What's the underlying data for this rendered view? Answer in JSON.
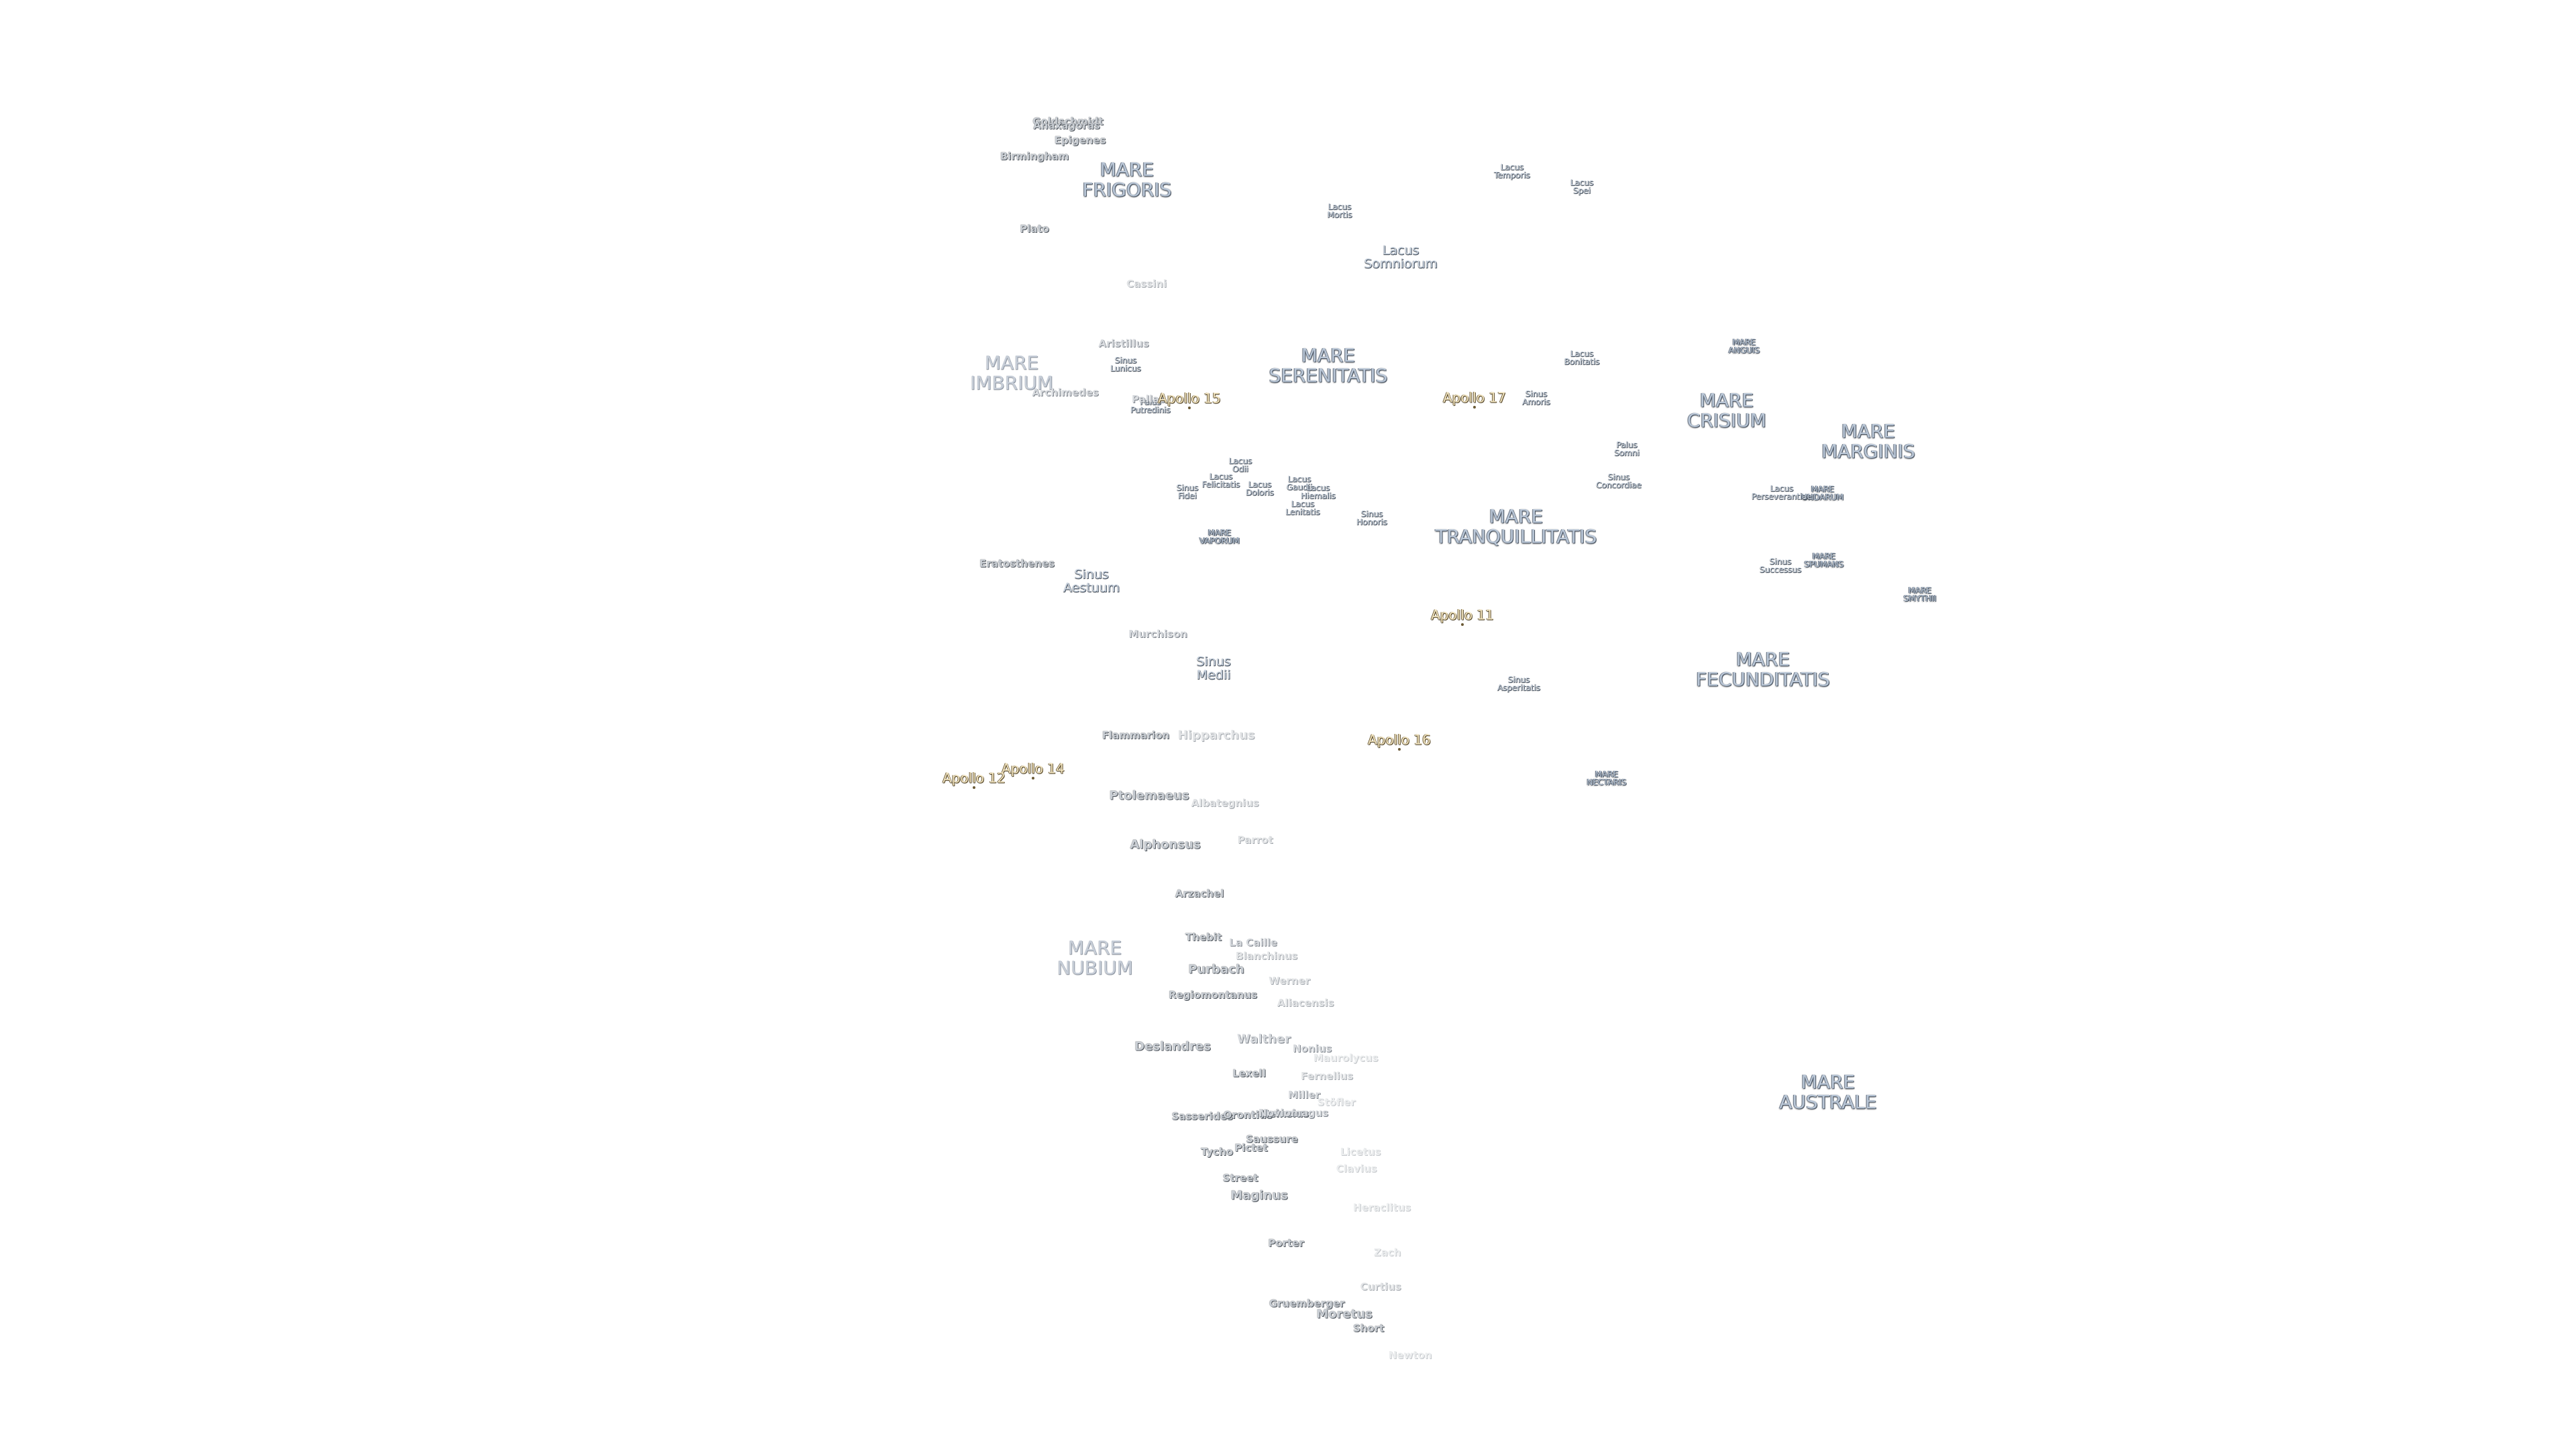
{
  "labels": [
    {
      "name": "MARE\nFRIGORIS",
      "kind": "mare"
    },
    {
      "name": "MARE\nIMBRIUM",
      "kind": "mare",
      "faint": true
    },
    {
      "name": "MARE\nSERENITATIS",
      "kind": "mare"
    },
    {
      "name": "MARE\nCRISIUM",
      "kind": "mare"
    },
    {
      "name": "MARE\nMARGINIS",
      "kind": "mare"
    },
    {
      "name": "MARE\nANGUIS",
      "kind": "mare",
      "small": true
    },
    {
      "name": "MARE\nTRANQUILLITATIS",
      "kind": "mare"
    },
    {
      "name": "MARE\nVAPORUM",
      "kind": "mare",
      "small": true
    },
    {
      "name": "MARE\nUNDARUM",
      "kind": "mare",
      "small": true
    },
    {
      "name": "MARE\nSPUMANS",
      "kind": "mare",
      "small": true
    },
    {
      "name": "MARE\nSMYTHII",
      "kind": "mare",
      "small": true
    },
    {
      "name": "MARE\nFECUNDITATIS",
      "kind": "mare"
    },
    {
      "name": "MARE\nNECTARIS",
      "kind": "mare",
      "small": true
    },
    {
      "name": "MARE\nNUBIUM",
      "kind": "mare",
      "faint": true
    },
    {
      "name": "MARE\nAUSTRALE",
      "kind": "mare"
    },
    {
      "name": "Lacus\nSomniorum",
      "kind": "lake"
    },
    {
      "name": "Lacus\nTemporis",
      "kind": "lake",
      "small": true
    },
    {
      "name": "Lacus\nSpei",
      "kind": "lake",
      "small": true
    },
    {
      "name": "Lacus\nMortis",
      "kind": "lake",
      "small": true
    },
    {
      "name": "Lacus\nBonitatis",
      "kind": "lake",
      "small": true
    },
    {
      "name": "Sinus\nAmoris",
      "kind": "lake",
      "small": true
    },
    {
      "name": "Palus\nSomni",
      "kind": "lake",
      "small": true
    },
    {
      "name": "Sinus\nConcordiae",
      "kind": "lake",
      "small": true
    },
    {
      "name": "Lacus\nPerseverantiae",
      "kind": "lake",
      "small": true
    },
    {
      "name": "Sinus\nSuccessus",
      "kind": "lake",
      "small": true
    },
    {
      "name": "Sinus\nLunicus",
      "kind": "lake",
      "small": true
    },
    {
      "name": "Palus\nPutredinis",
      "kind": "lake",
      "small": true
    },
    {
      "name": "Lacus\nOdii",
      "kind": "lake",
      "small": true
    },
    {
      "name": "Lacus\nFelicitatis",
      "kind": "lake",
      "small": true
    },
    {
      "name": "Lacus\nDoloris",
      "kind": "lake",
      "small": true
    },
    {
      "name": "Sinus\nFidei",
      "kind": "lake",
      "small": true
    },
    {
      "name": "Lacus\nGaudii",
      "kind": "lake",
      "small": true
    },
    {
      "name": "Lacus\nHiemalis",
      "kind": "lake",
      "small": true
    },
    {
      "name": "Lacus\nLenitatis",
      "kind": "lake",
      "small": true
    },
    {
      "name": "Sinus\nHonoris",
      "kind": "lake",
      "small": true
    },
    {
      "name": "Sinus\nAestuum",
      "kind": "lake"
    },
    {
      "name": "Sinus\nMedii",
      "kind": "lake"
    },
    {
      "name": "Sinus\nAsperitatis",
      "kind": "lake",
      "small": true
    },
    {
      "name": "Goldschmidt",
      "kind": "crater"
    },
    {
      "name": "Anaxagoras",
      "kind": "crater"
    },
    {
      "name": "Epigenes",
      "kind": "crater"
    },
    {
      "name": "Birmingham",
      "kind": "crater"
    },
    {
      "name": "Plato",
      "kind": "crater"
    },
    {
      "name": "Cassini",
      "kind": "crater",
      "level": 2
    },
    {
      "name": "Aristillus",
      "kind": "crater",
      "level": 1
    },
    {
      "name": "Archimedes",
      "kind": "crater",
      "level": 1
    },
    {
      "name": "Eratosthenes",
      "kind": "crater"
    },
    {
      "name": "Murchison",
      "kind": "crater",
      "level": 1
    },
    {
      "name": "Pallas",
      "kind": "crater",
      "level": 1
    },
    {
      "name": "Flammarion",
      "kind": "crater"
    },
    {
      "name": "Hipparchus",
      "kind": "crater",
      "level": 2,
      "big": true
    },
    {
      "name": "Ptolemaeus",
      "kind": "crater",
      "big": true
    },
    {
      "name": "Albategnius",
      "kind": "crater",
      "level": 2
    },
    {
      "name": "Alphonsus",
      "kind": "crater",
      "big": true
    },
    {
      "name": "Parrot",
      "kind": "crater",
      "level": 2
    },
    {
      "name": "Arzachel",
      "kind": "crater"
    },
    {
      "name": "Thebit",
      "kind": "crater"
    },
    {
      "name": "La Caille",
      "kind": "crater",
      "level": 1
    },
    {
      "name": "Blanchinus",
      "kind": "crater",
      "level": 2
    },
    {
      "name": "Purbach",
      "kind": "crater",
      "big": true
    },
    {
      "name": "Werner",
      "kind": "crater",
      "level": 2
    },
    {
      "name": "Regiomontanus",
      "kind": "crater"
    },
    {
      "name": "Aliacensis",
      "kind": "crater",
      "level": 2
    },
    {
      "name": "Deslandres",
      "kind": "crater",
      "big": true
    },
    {
      "name": "Walther",
      "kind": "crater",
      "level": 1,
      "big": true
    },
    {
      "name": "Nonius",
      "kind": "crater",
      "level": 1
    },
    {
      "name": "Fernelius",
      "kind": "crater",
      "level": 2
    },
    {
      "name": "Lexell",
      "kind": "crater"
    },
    {
      "name": "Miller",
      "kind": "crater",
      "level": 1
    },
    {
      "name": "Stöfler",
      "kind": "crater",
      "level": 3
    },
    {
      "name": "Sasserides",
      "kind": "crater"
    },
    {
      "name": "Orontius",
      "kind": "crater"
    },
    {
      "name": "Heinsius",
      "kind": "crater"
    },
    {
      "name": "Saussure",
      "kind": "crater"
    },
    {
      "name": "Pictet",
      "kind": "crater"
    },
    {
      "name": "Tycho",
      "kind": "crater"
    },
    {
      "name": "Licetus",
      "kind": "crater",
      "level": 3
    },
    {
      "name": "Street",
      "kind": "crater"
    },
    {
      "name": "Maginus",
      "kind": "crater",
      "big": true
    },
    {
      "name": "Clavius",
      "kind": "crater",
      "level": 3
    },
    {
      "name": "Porter",
      "kind": "crater"
    },
    {
      "name": "Curtius",
      "kind": "crater",
      "level": 2
    },
    {
      "name": "Gruemberger",
      "kind": "crater"
    },
    {
      "name": "Moretus",
      "kind": "crater",
      "big": true
    },
    {
      "name": "Short",
      "kind": "crater"
    },
    {
      "name": "Newton",
      "kind": "crater",
      "level": 3
    },
    {
      "name": "Zach",
      "kind": "crater",
      "level": 3
    },
    {
      "name": "Heraclitus",
      "kind": "crater",
      "level": 3
    },
    {
      "name": "Maurolycus",
      "kind": "crater",
      "level": 3
    },
    {
      "name": "Noviomagus",
      "kind": "crater",
      "level": 1
    },
    {
      "name": "Apollo 15",
      "kind": "apollo"
    },
    {
      "name": "Apollo 17",
      "kind": "apollo"
    },
    {
      "name": "Apollo 11",
      "kind": "apollo"
    },
    {
      "name": "Apollo 16",
      "kind": "apollo"
    },
    {
      "name": "Apollo 14",
      "kind": "apollo"
    },
    {
      "name": "Apollo 12",
      "kind": "apollo"
    }
  ]
}
